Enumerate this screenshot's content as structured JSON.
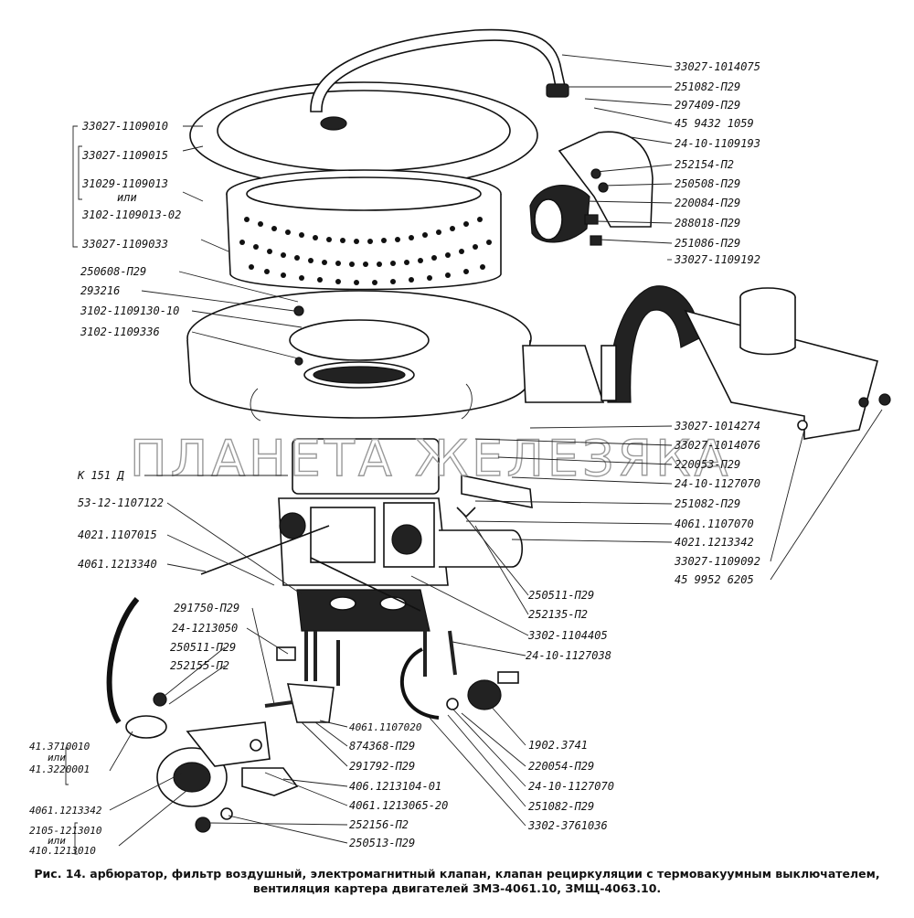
{
  "watermark": "ПЛАНЕТА ЖЕЛЕЗЯКА",
  "caption": {
    "line1": "Рис. 14. арбюратор, фильтр воздушный, электромагнитный клапан, клапан рециркуляции с термовакуумным выключателем,",
    "line2": "вентиляция картера двигателей ЗМЗ-4061.10, ЗМЩ-4063.10."
  },
  "labels_right": [
    "33027-1014075",
    "251082-П29",
    "297409-П29",
    "45 9432 1059",
    "24-10-1109193",
    "252154-П2",
    "250508-П29",
    "220084-П29",
    "288018-П29",
    "251086-П29",
    "33027-1109192",
    "33027-1014274",
    "33027-1014076",
    "220053-П29",
    "24-10-1127070",
    "251082-П29",
    "4061.1107070",
    "4021.1213342",
    "33027-1109092",
    "45 9952 6205"
  ],
  "labels_left": [
    "33027-1109010",
    "33027-1109015",
    "31029-1109013",
    "или",
    "3102-1109013-02",
    "33027-1109033",
    "250608-П29",
    "293216",
    "3102-1109130-10",
    "3102-1109336",
    "К 151 Д",
    "53-12-1107122",
    "4021.1107015",
    "4061.1213340"
  ],
  "labels_mid": [
    "250511-П29",
    "252135-П2",
    "3302-1104405",
    "24-10-1127038"
  ],
  "labels_lower_left": [
    "291750-П29",
    "24-1213050",
    "250511-П29",
    "252155-П2",
    "41.3710010",
    "или",
    "41.3220001",
    "4061.1213342",
    "2105-1213010",
    "или",
    "410.1213010"
  ],
  "labels_lower": [
    "4061.1107020",
    "874368-П29",
    "291792-П29",
    "406.1213104-01",
    "4061.1213065-20",
    "252156-П2",
    "250513-П29"
  ],
  "labels_lower_right": [
    "1902.3741",
    "220054-П29",
    "24-10-1127070",
    "251082-П29",
    "3302-3761036"
  ]
}
